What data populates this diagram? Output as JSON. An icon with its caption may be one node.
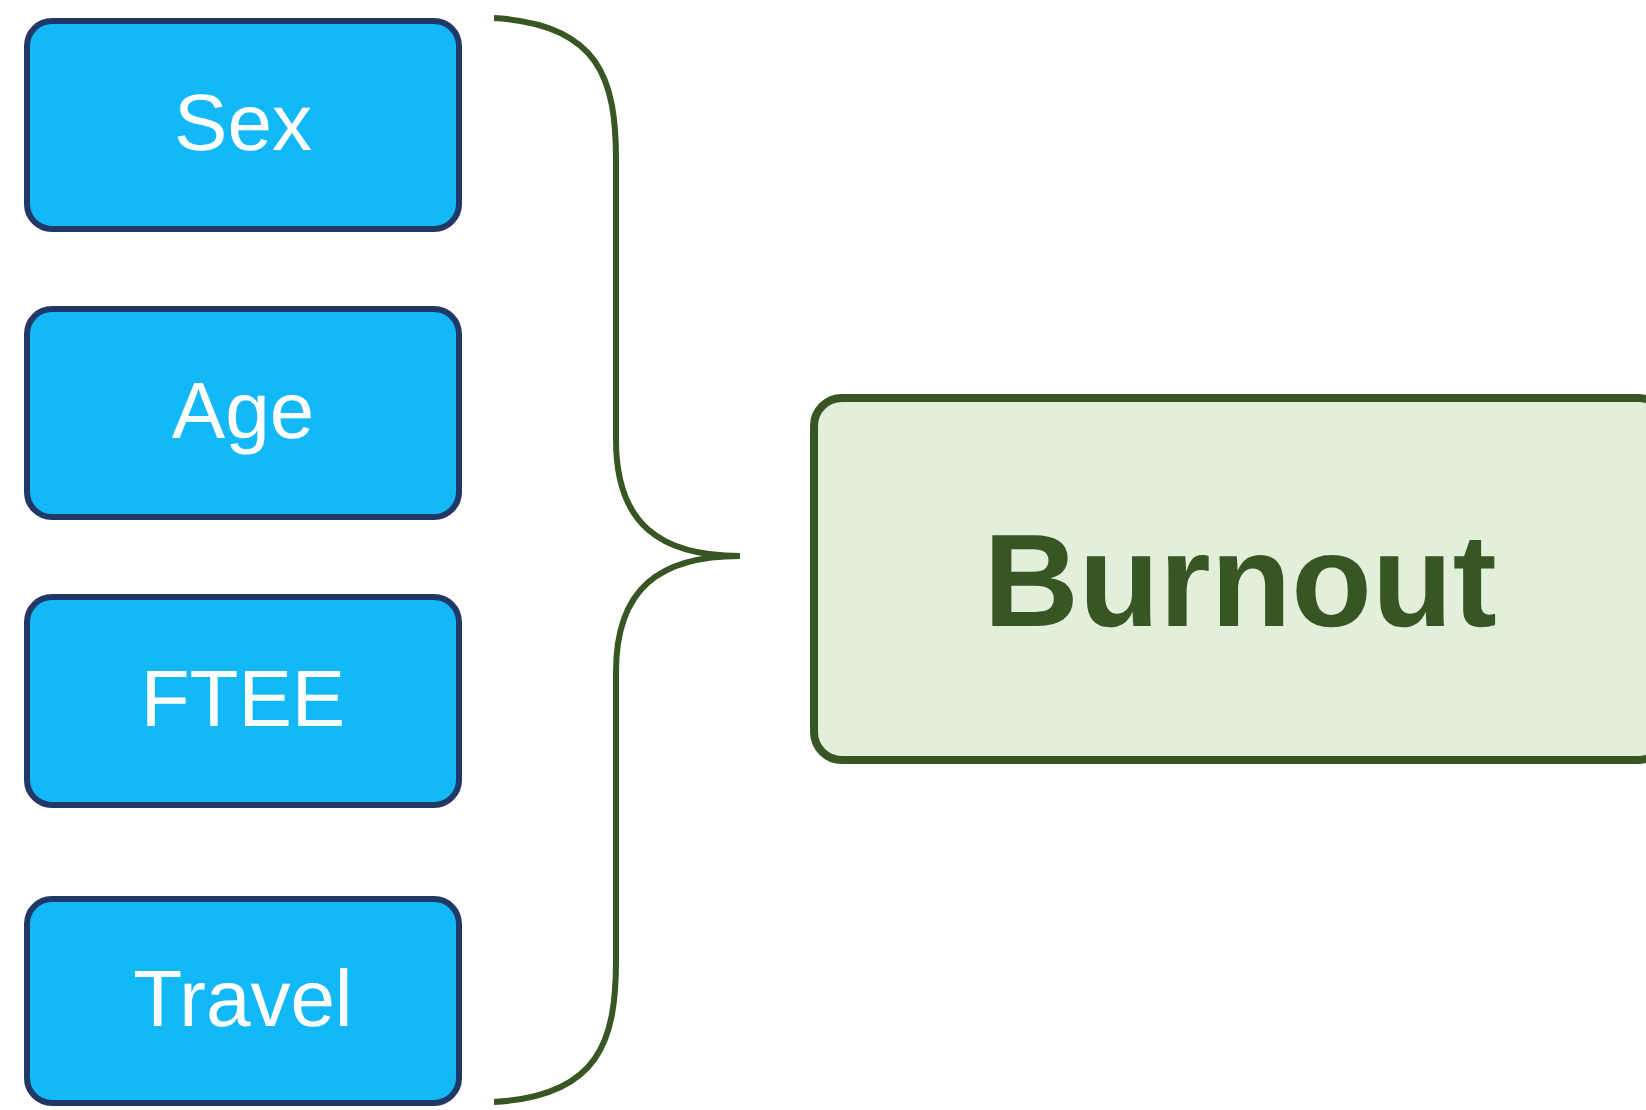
{
  "diagram": {
    "nodes": [
      {
        "text": [
          "Sex"
        ]
      },
      {
        "text": [
          "Age"
        ]
      },
      {
        "text": [
          "FTEE"
        ]
      },
      {
        "text": [
          "Travel"
        ]
      },
      {
        "text": [
          "Burnout"
        ]
      }
    ]
  }
}
